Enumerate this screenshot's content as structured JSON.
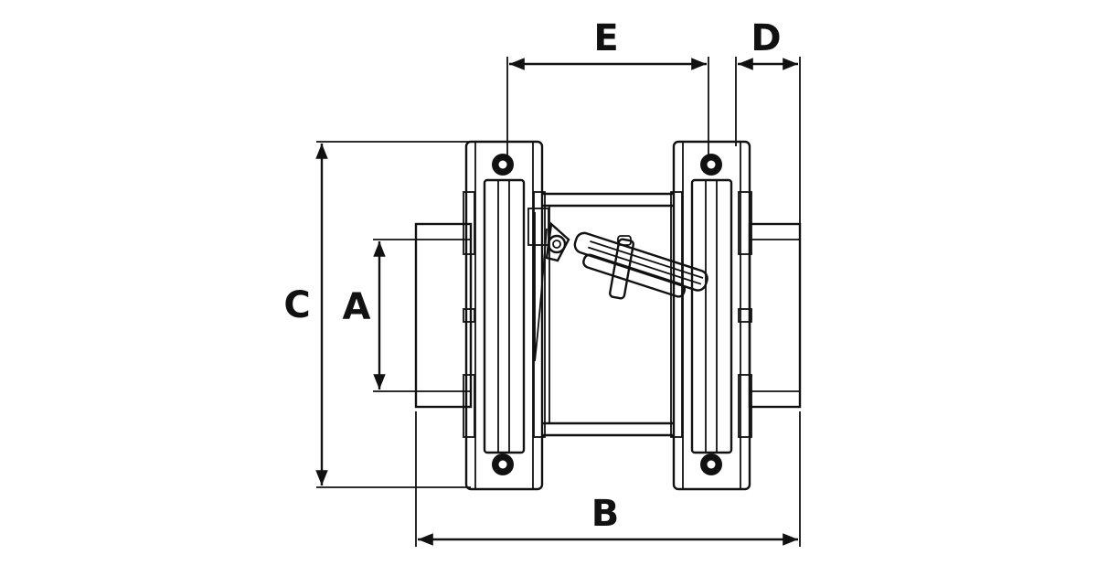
{
  "diagram": {
    "type": "check-valve-dimension-drawing",
    "dimension_labels": {
      "A": "A",
      "B": "B",
      "C": "C",
      "D": "D",
      "E": "E"
    },
    "line_color": "#111111",
    "background": "#ffffff"
  }
}
